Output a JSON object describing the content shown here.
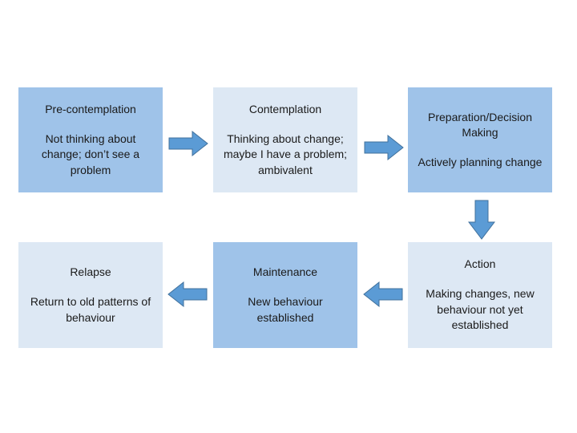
{
  "stages": {
    "precontemplation": {
      "title": "Pre-contemplation",
      "desc": "Not thinking about\nchange; don’t see a\nproblem"
    },
    "contemplation": {
      "title": "Contemplation",
      "desc": "Thinking about change;\nmaybe I have a problem;\nambivalent"
    },
    "preparation": {
      "title": "Preparation/Decision\nMaking",
      "desc": "Actively planning change"
    },
    "action": {
      "title": "Action",
      "desc": "Making changes, new\nbehaviour not yet\nestablished"
    },
    "maintenance": {
      "title": "Maintenance",
      "desc": "New behaviour\nestablished"
    },
    "relapse": {
      "title": "Relapse",
      "desc": "Return to old patterns of\nbehaviour"
    }
  },
  "colors": {
    "box_dark": "#9fc3e9",
    "box_light": "#dde8f4",
    "arrow_fill": "#5b9bd5",
    "arrow_stroke": "#41719c"
  }
}
